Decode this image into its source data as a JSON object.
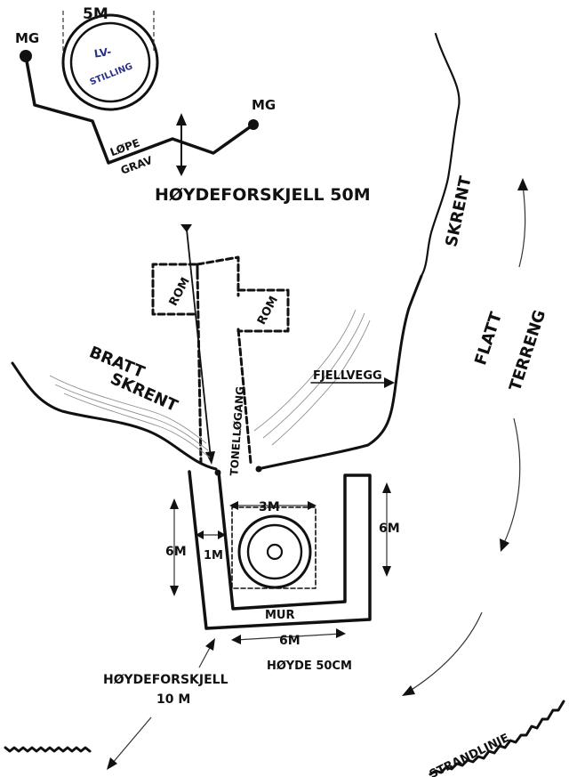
{
  "labels": {
    "mg_left": "MG",
    "mg_right": "MG",
    "lv_diameter": "5M",
    "lv_line1": "LV-",
    "lv_line2": "STILLING",
    "lopegrav_line1": "LØPE",
    "lopegrav_line2": "GRAV",
    "height_diff_50": "HØYDEFORSKJELL 50M",
    "skrent": "SKRENT",
    "flatt_line1": "FLATT",
    "flatt_line2": "TERRENG",
    "rom_upper": "ROM",
    "rom_lower": "ROM",
    "tunnel": "TONELLØGANG",
    "bratt": "BRATT",
    "bratt_skrent": "SKRENT",
    "fjellvegg": "FJELLVEGG",
    "width_3m": "3M",
    "height_6m_left": "6M",
    "width_1m": "1M",
    "height_6m_right": "6M",
    "mur": "MUR",
    "width_6m": "6M",
    "hoyde_50cm": "HØYDE 50CM",
    "height_diff_10_line1": "HØYDEFORSKJELL",
    "height_diff_10_line2": "10 M",
    "strandlinje": "STRANDLINJE"
  }
}
